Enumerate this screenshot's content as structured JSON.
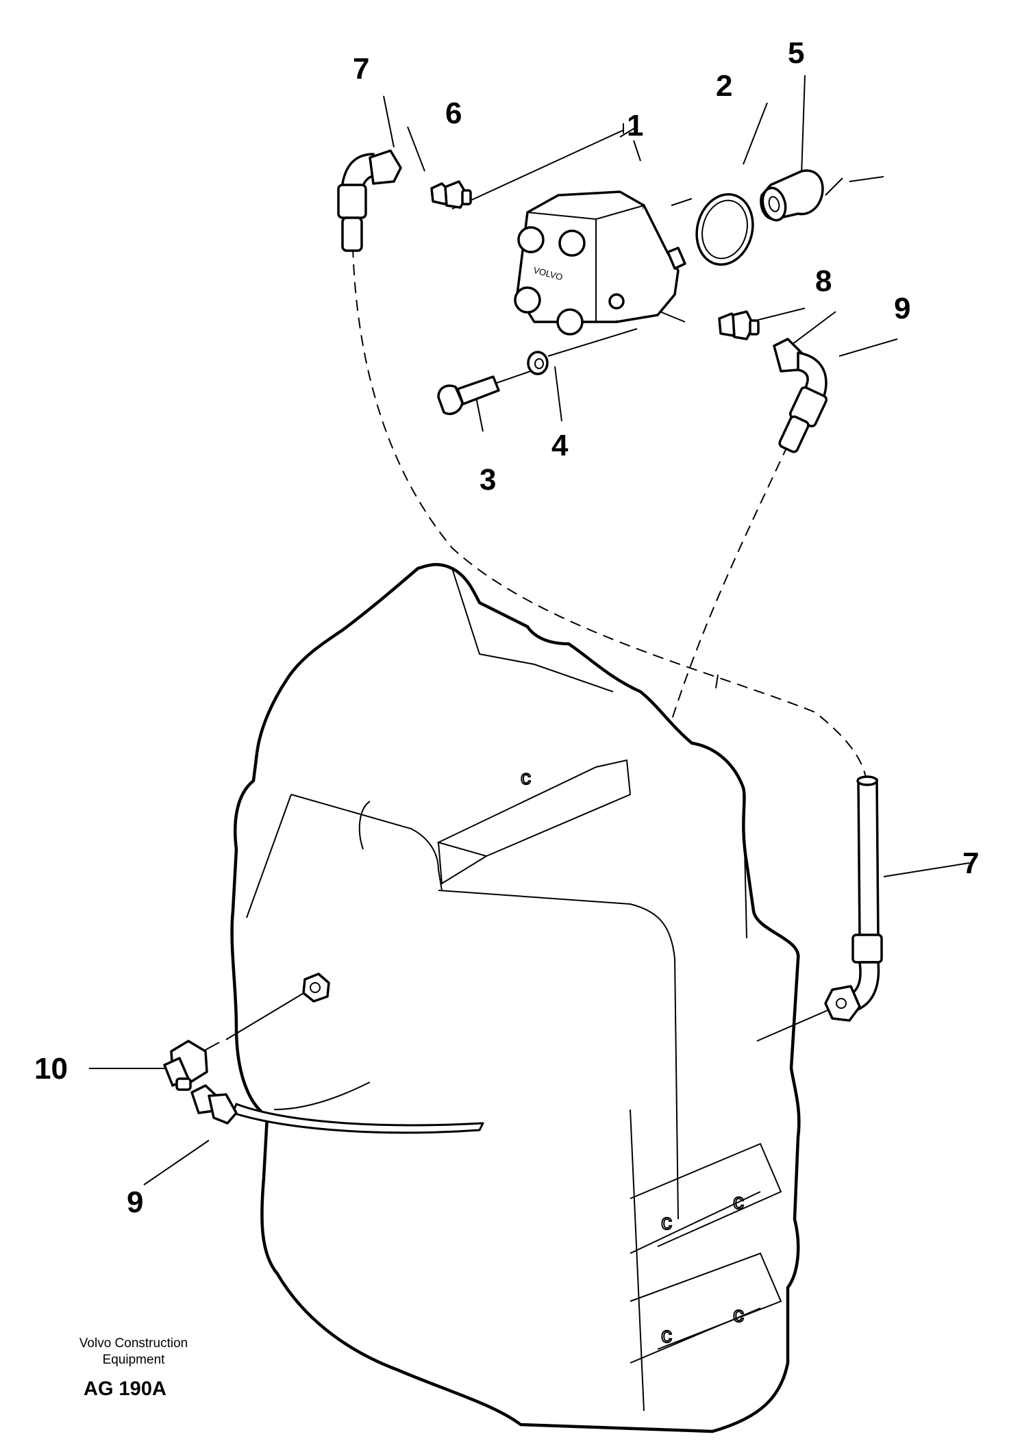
{
  "callouts": [
    {
      "id": "c1",
      "text": "1"
    },
    {
      "id": "c2",
      "text": "2"
    },
    {
      "id": "c3",
      "text": "3"
    },
    {
      "id": "c4",
      "text": "4"
    },
    {
      "id": "c5",
      "text": "5"
    },
    {
      "id": "c6",
      "text": "6"
    },
    {
      "id": "c7a",
      "text": "7"
    },
    {
      "id": "c7b",
      "text": "7"
    },
    {
      "id": "c8",
      "text": "8"
    },
    {
      "id": "c9a",
      "text": "9"
    },
    {
      "id": "c9b",
      "text": "9"
    },
    {
      "id": "c10",
      "text": "10"
    }
  ],
  "footer": {
    "brand_line1": "Volvo Construction",
    "brand_line2": "Equipment",
    "code": "AG 190A"
  },
  "pump_label": "VOLVO"
}
